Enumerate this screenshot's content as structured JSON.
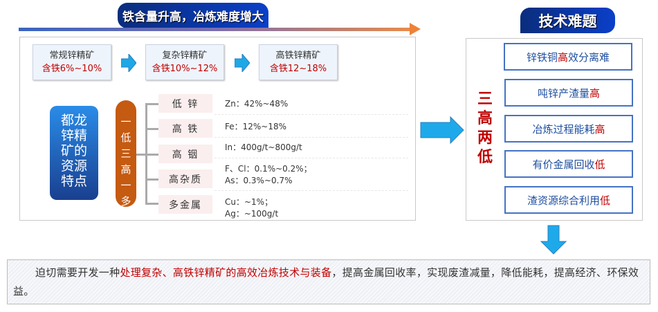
{
  "top_banner": "铁含量升高，冶炼难度增大",
  "ores": [
    {
      "name": "常规锌精矿",
      "fe": "含铁6%~10%"
    },
    {
      "name": "复杂锌精矿",
      "fe": "含铁10%~12%"
    },
    {
      "name": "高铁锌精矿",
      "fe": "含铁12~18%"
    }
  ],
  "resource_card": "都龙锌精矿的资源特点",
  "summary_pill": "一低三高一多",
  "features": [
    {
      "label": "低 锌",
      "values": [
        "Zn：42%~48%"
      ]
    },
    {
      "label": "高 铁",
      "values": [
        "Fe：12%~18%"
      ]
    },
    {
      "label": "高 铟",
      "values": [
        "In：400g/t~800g/t"
      ]
    },
    {
      "label": "高杂质",
      "values": [
        "F、Cl：0.1%~0.2%；",
        "As：0.3%~0.7%"
      ]
    },
    {
      "label": "多金属",
      "values": [
        "Cu：~1%；",
        "Ag：~100g/t"
      ]
    }
  ],
  "tech_banner": "技术难题",
  "tech_summary": "三高两低",
  "problems": [
    {
      "pre": "锌铁铜",
      "red": "高",
      "post": "效分离难"
    },
    {
      "pre": "吨锌产渣量",
      "red": "高",
      "post": ""
    },
    {
      "pre": "冶炼过程能耗",
      "red": "高",
      "post": ""
    },
    {
      "pre": "有价金属回收",
      "red": "低",
      "post": ""
    },
    {
      "pre": "渣资源综合利用",
      "red": "低",
      "post": ""
    }
  ],
  "conclusion": {
    "pre": "迫切需要开发一种",
    "red": "处理复杂、高铁锌精矿的高效冶炼技术与装备",
    "post": "，提高金属回收率，实现废渣减量，降低能耗，提高经济、环保效益。"
  },
  "colors": {
    "accent_red": "#c00000",
    "blue": "#1f4fa0",
    "orange": "#c55a11"
  }
}
